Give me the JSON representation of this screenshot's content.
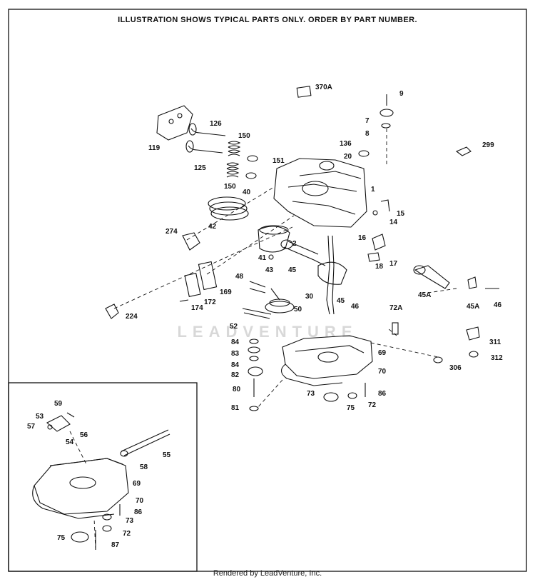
{
  "header": "ILLUSTRATION SHOWS TYPICAL PARTS ONLY. ORDER BY PART NUMBER.",
  "footer": "Rendered by LeadVenture, Inc.",
  "watermark": "LEADVENTURE",
  "stroke_color": "#111111",
  "parts": [
    "370A",
    "9",
    "7",
    "8",
    "119",
    "126",
    "150",
    "136",
    "20",
    "299",
    "151",
    "125",
    "150",
    "40",
    "1",
    "42",
    "15",
    "14",
    "274",
    "2",
    "16",
    "41",
    "43",
    "45",
    "17",
    "18",
    "48",
    "169",
    "172",
    "174",
    "30",
    "45",
    "46",
    "45A",
    "45A",
    "46",
    "224",
    "50",
    "72A",
    "52",
    "84",
    "83",
    "84",
    "311",
    "69",
    "312",
    "82",
    "70",
    "306",
    "80",
    "73",
    "86",
    "81",
    "75",
    "72",
    "59",
    "53",
    "57",
    "54",
    "56",
    "55",
    "58",
    "69",
    "70",
    "86",
    "73",
    "75",
    "72",
    "87"
  ]
}
